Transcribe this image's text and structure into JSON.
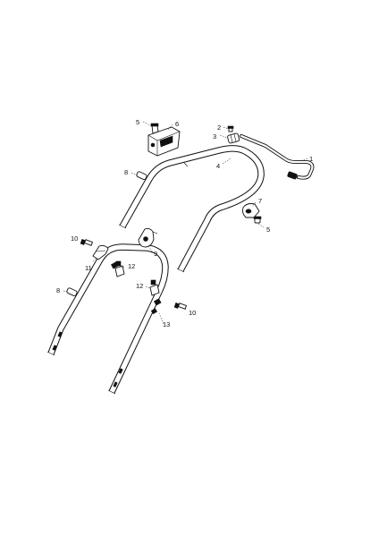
{
  "callouts": {
    "c1": "1",
    "c2": "2",
    "c3": "3",
    "c4": "4",
    "c5a": "5",
    "c5b": "5",
    "c6": "6",
    "c7": "7",
    "c8a": "8",
    "c8b": "8",
    "c9": "9",
    "c10a": "10",
    "c10b": "10",
    "c11": "11",
    "c12a": "12",
    "c12b": "12",
    "c13": "13"
  }
}
